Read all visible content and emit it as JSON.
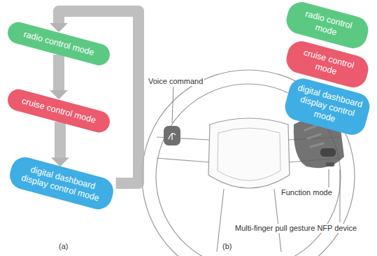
{
  "diagram": {
    "nodes": [
      {
        "text": [
          "radio control mode"
        ]
      },
      {
        "text": [
          "cruise control mode"
        ]
      },
      {
        "text": [
          "digital dashboard display control mode"
        ]
      },
      {
        "text": [
          "radio control mode"
        ]
      },
      {
        "text": [
          "cruise control mode"
        ]
      },
      {
        "text": [
          "digital dashboard display control mode"
        ]
      }
    ],
    "edges": [
      {
        "from": 0,
        "to": 1,
        "arrow": "to"
      },
      {
        "from": 1,
        "to": 2,
        "arrow": "to"
      },
      {
        "from": 2,
        "to": 0,
        "arrow": "to"
      }
    ],
    "labels": [
      "Voice command",
      "Function mode",
      "Multi-finger pull gesture NFP device",
      "(a)",
      "(b)"
    ]
  }
}
